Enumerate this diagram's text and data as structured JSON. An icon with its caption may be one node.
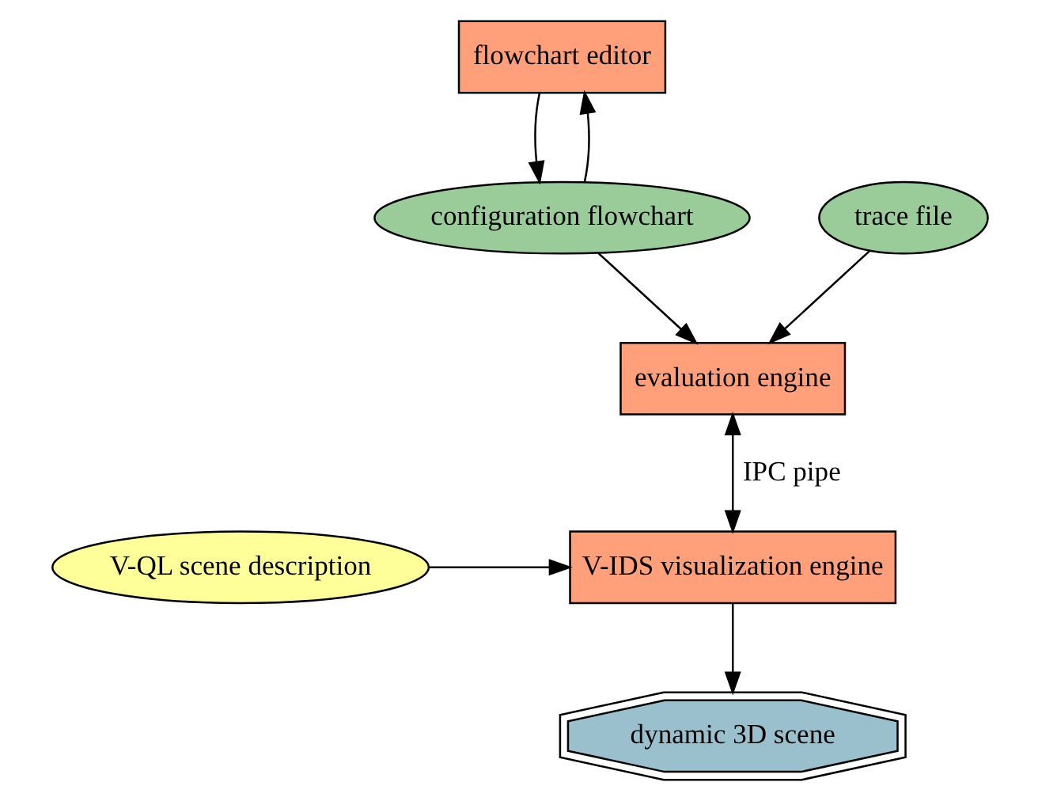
{
  "diagram": {
    "nodes": [
      {
        "text": [
          "flowchart editor"
        ]
      },
      {
        "text": [
          "configuration flowchart"
        ]
      },
      {
        "text": [
          "trace file"
        ]
      },
      {
        "text": [
          "evaluation engine"
        ]
      },
      {
        "text": [
          "V-IDS visualization engine"
        ]
      },
      {
        "text": [
          "V-QL scene description"
        ]
      },
      {
        "text": [
          "dynamic 3D scene"
        ]
      }
    ],
    "edges": [
      {
        "from": 0,
        "to": 1,
        "arrow": "to"
      },
      {
        "from": 1,
        "to": 0,
        "arrow": "to"
      },
      {
        "from": 1,
        "to": 3,
        "arrow": "to"
      },
      {
        "from": 2,
        "to": 3,
        "arrow": "to"
      },
      {
        "from": 3,
        "to": 4,
        "arrow": "both",
        "label": "IPC pipe"
      },
      {
        "from": 5,
        "to": 4,
        "arrow": "to"
      },
      {
        "from": 4,
        "to": 6,
        "arrow": "to"
      }
    ]
  }
}
